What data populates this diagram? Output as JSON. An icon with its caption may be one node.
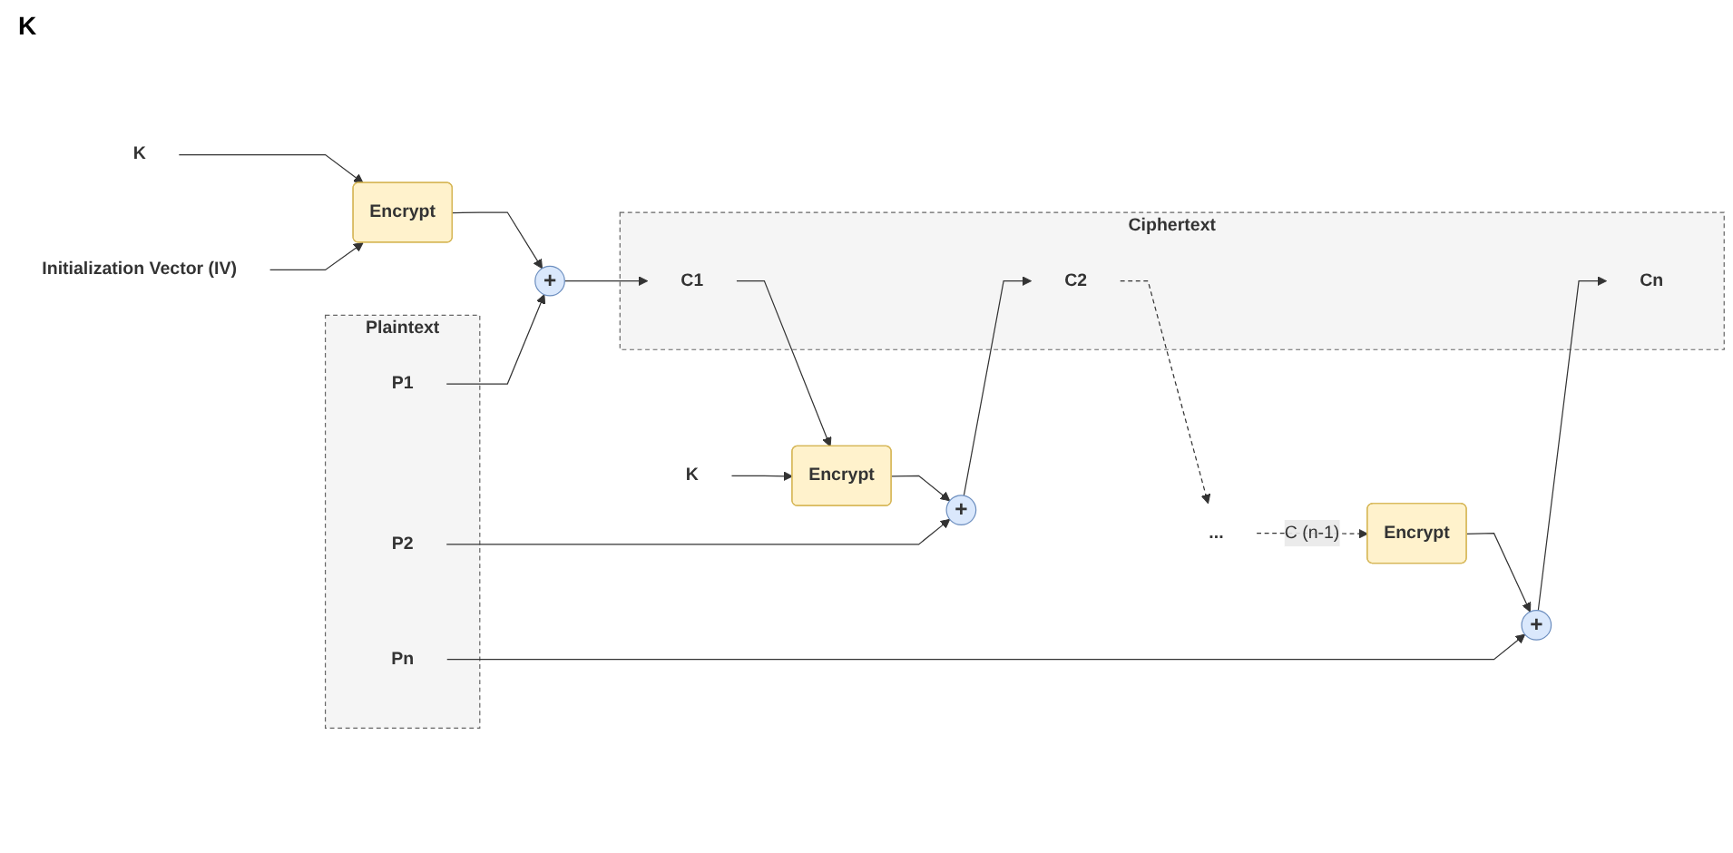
{
  "diagram": {
    "nodes": [
      {
        "text": [
          "Plaintext"
        ]
      },
      {
        "text": [
          "P1"
        ],
        "in": 0
      },
      {
        "text": [
          "P2"
        ],
        "in": 0
      },
      {
        "text": [
          "Pn"
        ],
        "in": 0
      },
      {
        "text": [
          "Initialization Vector (IV)"
        ]
      },
      {
        "text": [
          "K"
        ]
      },
      {
        "text": [
          "Encrypt"
        ]
      },
      {
        "text": [
          "+"
        ]
      },
      {
        "text": [
          "K"
        ]
      },
      {
        "text": [
          "Encrypt"
        ]
      },
      {
        "text": [
          "+"
        ]
      },
      {
        "text": [
          "..."
        ]
      },
      {
        "text": [
          "Encrypt"
        ]
      },
      {
        "text": [
          "+"
        ]
      },
      {
        "text": [
          "Ciphertext"
        ]
      },
      {
        "text": [
          "C1"
        ],
        "in": 14
      },
      {
        "text": [
          "C2"
        ],
        "in": 14
      },
      {
        "text": [
          "Cn"
        ],
        "in": 14
      }
    ],
    "edges": [
      {
        "from": 5,
        "to": 6,
        "arrow": "to"
      },
      {
        "from": 4,
        "to": 6,
        "arrow": "to"
      },
      {
        "from": 6,
        "to": 7,
        "arrow": "to"
      },
      {
        "from": 1,
        "to": 7,
        "arrow": "to"
      },
      {
        "from": 7,
        "to": 15,
        "arrow": "to"
      },
      {
        "from": 15,
        "to": 9,
        "arrow": "to"
      },
      {
        "from": 8,
        "to": 9,
        "arrow": "to"
      },
      {
        "from": 9,
        "to": 10,
        "arrow": "to"
      },
      {
        "from": 2,
        "to": 10,
        "arrow": "to"
      },
      {
        "from": 10,
        "to": 16,
        "arrow": "to"
      },
      {
        "from": 16,
        "to": 11,
        "arrow": "to",
        "style": "dashed"
      },
      {
        "from": 11,
        "to": 12,
        "arrow": "to",
        "style": "dashed",
        "label": "C (n-1)"
      },
      {
        "from": 12,
        "to": 13,
        "arrow": "to"
      },
      {
        "from": 3,
        "to": 13,
        "arrow": "to"
      },
      {
        "from": 13,
        "to": 17,
        "arrow": "to"
      }
    ],
    "labels": [
      "K"
    ]
  }
}
